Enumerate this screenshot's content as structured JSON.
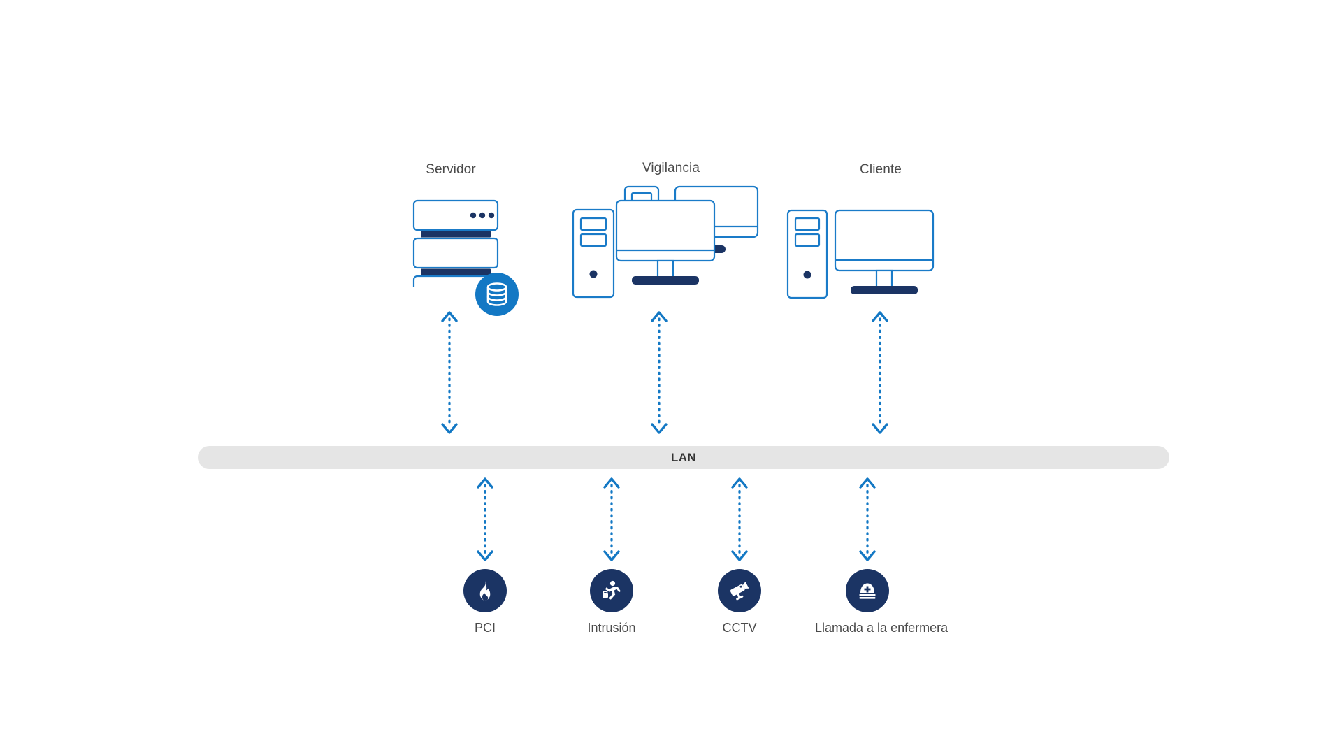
{
  "diagram": {
    "title_text": "",
    "colors": {
      "outline_blue": "#1a7bc8",
      "dark_navy": "#1b3464",
      "badge_blue": "#1378c4",
      "lan_bar_gray": "#e5e5e5",
      "label_gray": "#4a4a4a",
      "lan_text": "#333333",
      "background": "#ffffff"
    }
  },
  "top_nodes": [
    {
      "id": "servidor",
      "label": "Servidor",
      "icon": "server-stack-icon",
      "badge": "database-badge-icon"
    },
    {
      "id": "vigilancia",
      "label": "Vigilancia",
      "icon": "surveillance-workstation-icon",
      "badge": ""
    },
    {
      "id": "cliente",
      "label": "Cliente",
      "icon": "desktop-computer-icon",
      "badge": ""
    }
  ],
  "network": {
    "label": "LAN"
  },
  "services": [
    {
      "id": "pci",
      "label": "PCI",
      "icon": "fire-flame-icon"
    },
    {
      "id": "intrusion",
      "label": "Intrusión",
      "icon": "running-person-intrusion-icon"
    },
    {
      "id": "cctv",
      "label": "CCTV",
      "icon": "cctv-camera-icon"
    },
    {
      "id": "nurse_call",
      "label": "Llamada a la enfermera",
      "icon": "nurse-cap-icon"
    }
  ],
  "connectors": [
    {
      "id": "conn-servidor",
      "from": "servidor",
      "to": "LAN",
      "style": "dotted-double-arrow"
    },
    {
      "id": "conn-vigilancia",
      "from": "vigilancia",
      "to": "LAN",
      "style": "dotted-double-arrow"
    },
    {
      "id": "conn-cliente",
      "from": "cliente",
      "to": "LAN",
      "style": "dotted-double-arrow"
    },
    {
      "id": "conn-pci",
      "from": "LAN",
      "to": "pci",
      "style": "dotted-double-arrow"
    },
    {
      "id": "conn-intrusion",
      "from": "LAN",
      "to": "intrusion",
      "style": "dotted-double-arrow"
    },
    {
      "id": "conn-cctv",
      "from": "LAN",
      "to": "cctv",
      "style": "dotted-double-arrow"
    },
    {
      "id": "conn-nurse",
      "from": "LAN",
      "to": "nurse_call",
      "style": "dotted-double-arrow"
    }
  ]
}
